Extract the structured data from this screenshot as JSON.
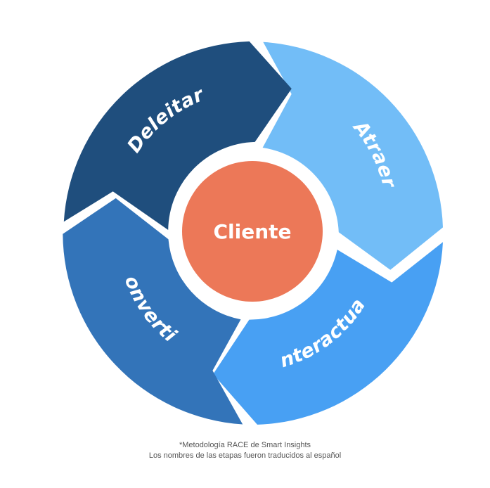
{
  "diagram": {
    "center": {
      "label": "Cliente",
      "color": "#ec7858"
    },
    "segments": [
      {
        "id": "atraer",
        "label": "Atraer",
        "color": "#72bdf7"
      },
      {
        "id": "interactuar",
        "label": "Interactuar",
        "color": "#48a0f3"
      },
      {
        "id": "convertir",
        "label": "Convertir",
        "color": "#3374b9"
      },
      {
        "id": "deleitar",
        "label": "Deleitar",
        "color": "#1f4e7d"
      }
    ]
  },
  "footnote": {
    "line1": "*Metodología RACE de Smart Insights",
    "line2": "Los nombres de las etapas fueron traducidos al español"
  }
}
